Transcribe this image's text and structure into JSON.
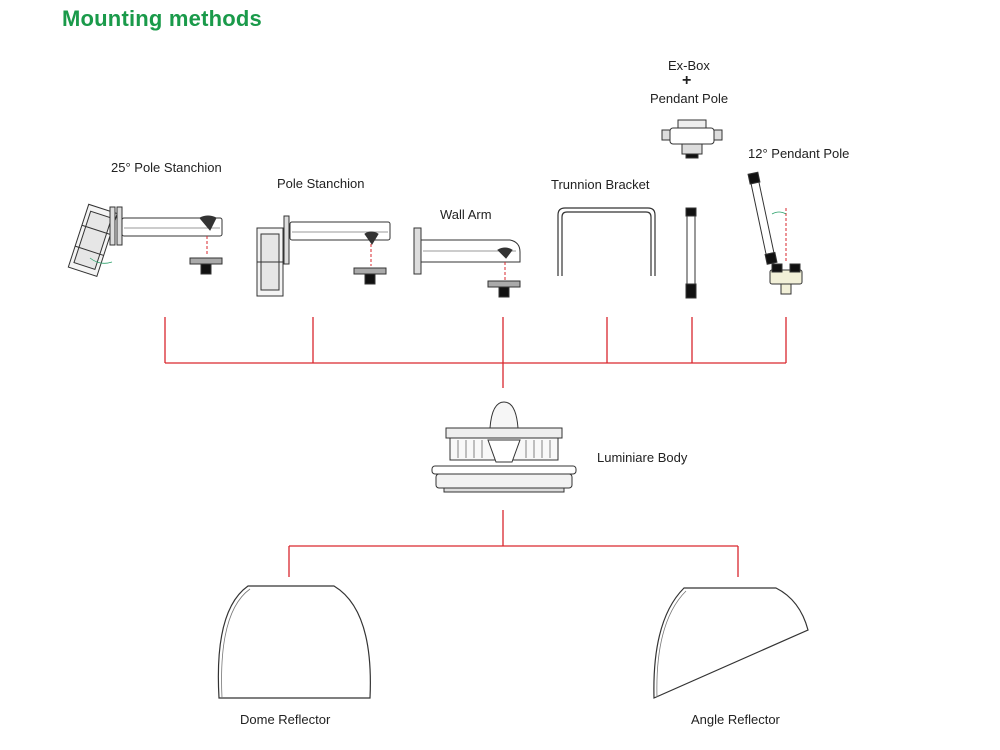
{
  "title": "Mounting methods",
  "labels": {
    "pole_25": "25° Pole Stanchion",
    "pole": "Pole Stanchion",
    "wall_arm": "Wall Arm",
    "trunnion": "Trunnion Bracket",
    "exbox_top": "Ex-Box",
    "exbox_plus": "+",
    "exbox_bottom": "Pendant Pole",
    "pendant_12": "12° Pendant Pole",
    "body": "Luminiare Body",
    "dome": "Dome Reflector",
    "angle": "Angle Reflector"
  },
  "colors": {
    "title": "#1a9a4a",
    "connector": "#d9272e",
    "line": "#333333",
    "accent": "#2aa06a"
  }
}
